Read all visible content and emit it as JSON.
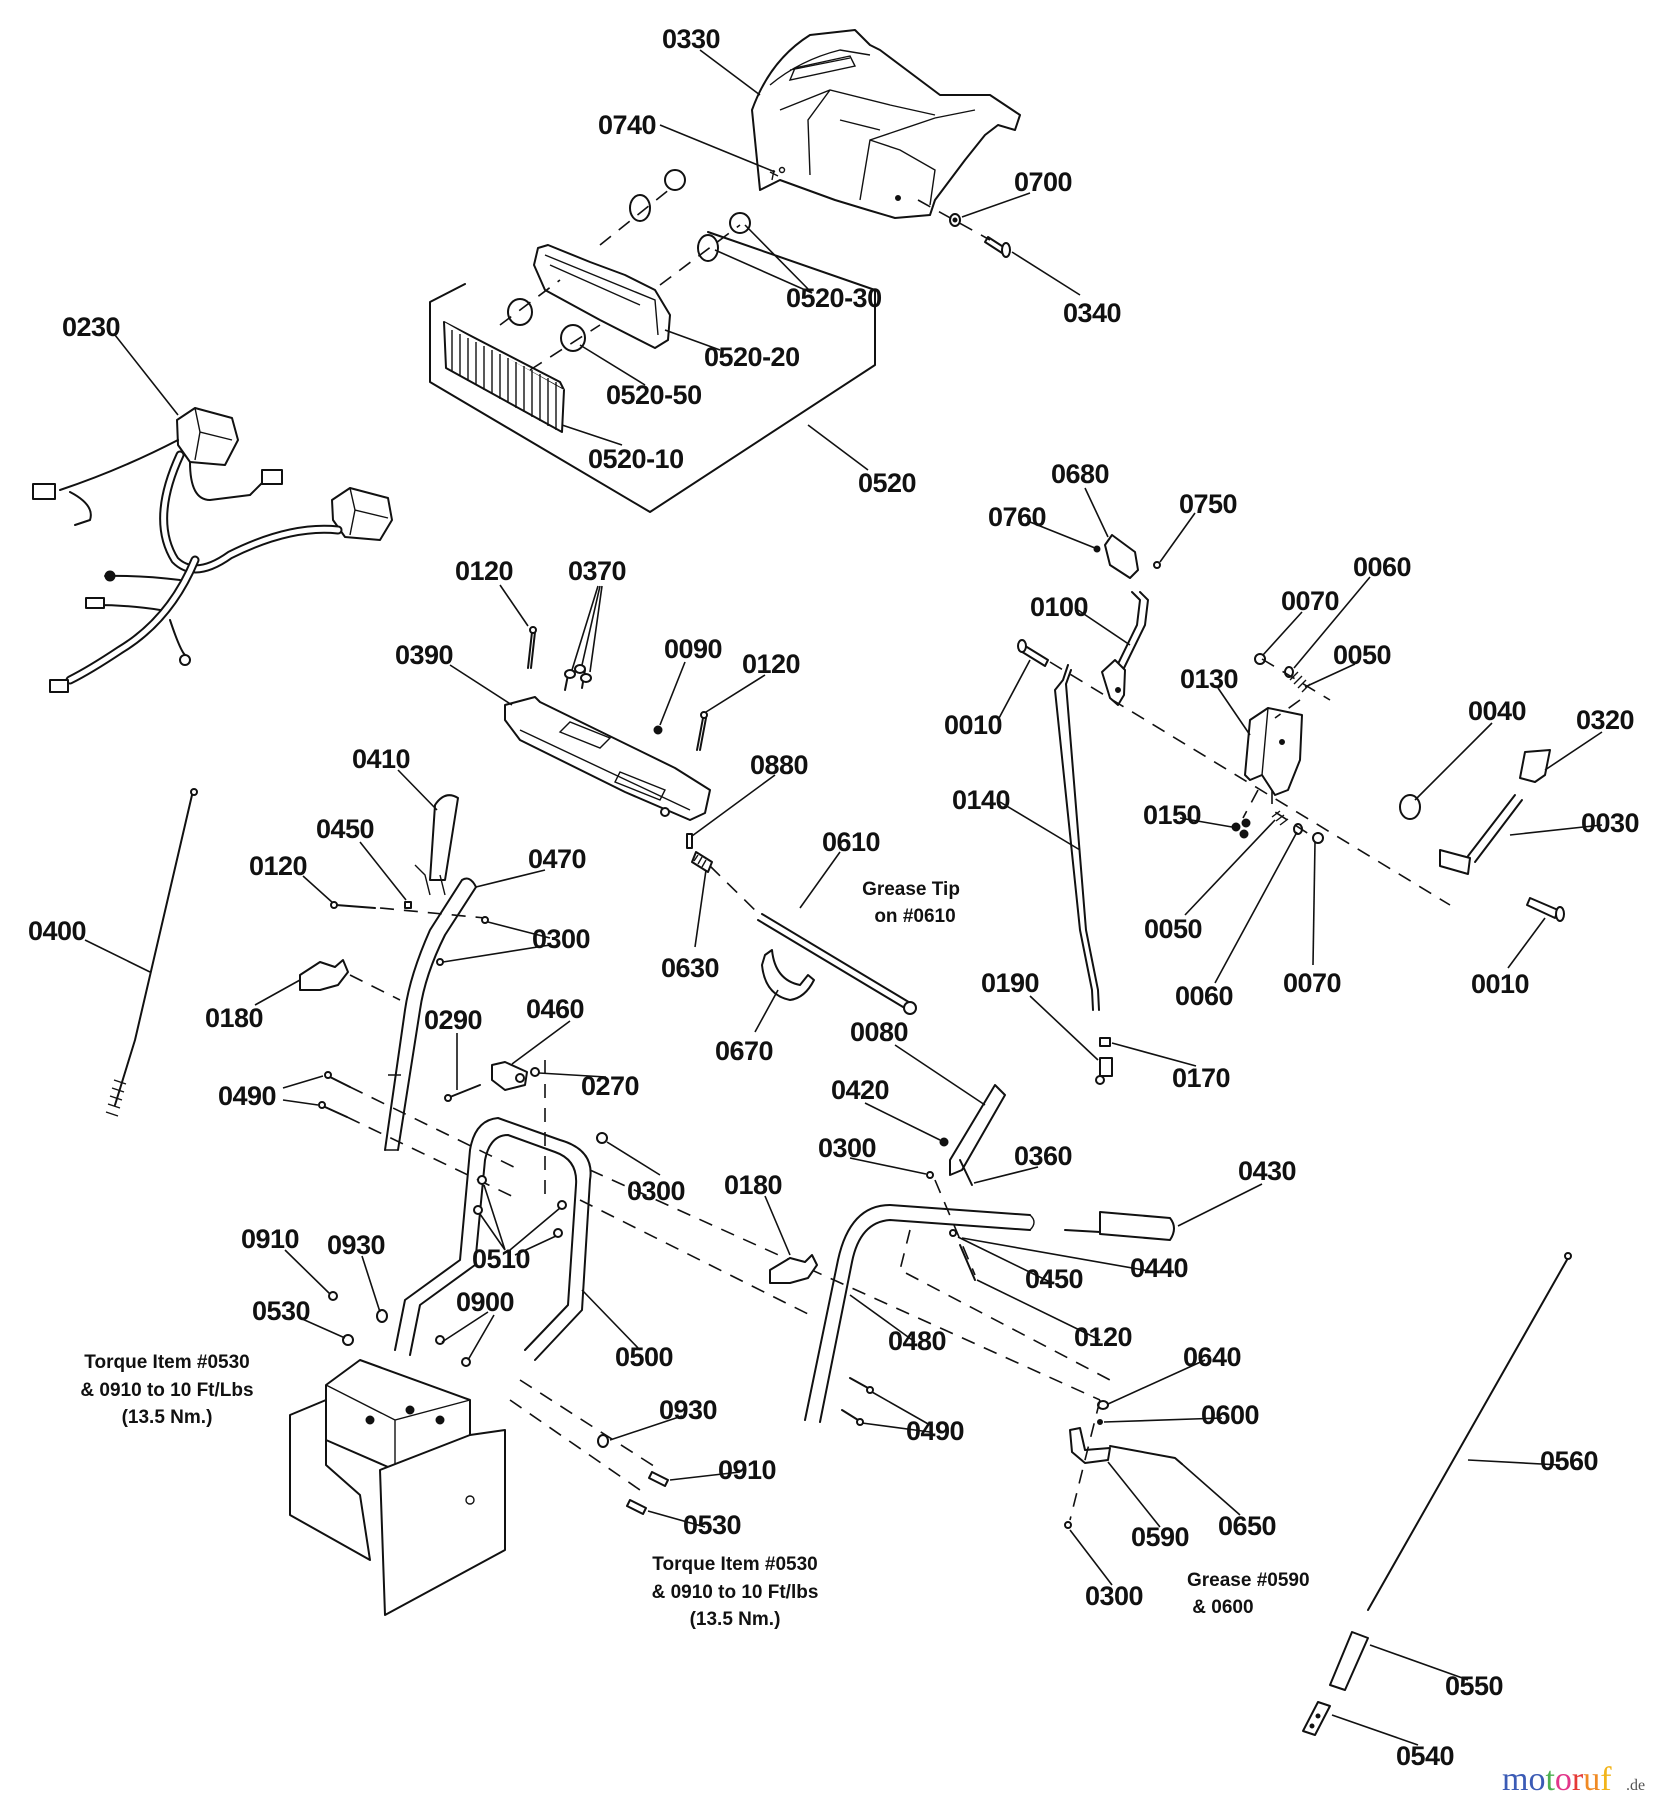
{
  "diagram": {
    "type": "exploded-parts-diagram",
    "callouts": [
      {
        "id": "c0330",
        "label": "0330"
      },
      {
        "id": "c0740",
        "label": "0740"
      },
      {
        "id": "c0700",
        "label": "0700"
      },
      {
        "id": "c0340",
        "label": "0340"
      },
      {
        "id": "c0520_30",
        "label": "0520-30"
      },
      {
        "id": "c0520_20",
        "label": "0520-20"
      },
      {
        "id": "c0520_50",
        "label": "0520-50"
      },
      {
        "id": "c0520_10",
        "label": "0520-10"
      },
      {
        "id": "c0520",
        "label": "0520"
      },
      {
        "id": "c0230",
        "label": "0230"
      },
      {
        "id": "c0680",
        "label": "0680"
      },
      {
        "id": "c0760",
        "label": "0760"
      },
      {
        "id": "c0750",
        "label": "0750"
      },
      {
        "id": "c0060a",
        "label": "0060"
      },
      {
        "id": "c0070a",
        "label": "0070"
      },
      {
        "id": "c0050a",
        "label": "0050"
      },
      {
        "id": "c0100",
        "label": "0100"
      },
      {
        "id": "c0130",
        "label": "0130"
      },
      {
        "id": "c0010a",
        "label": "0010"
      },
      {
        "id": "c0040",
        "label": "0040"
      },
      {
        "id": "c0320",
        "label": "0320"
      },
      {
        "id": "c0030",
        "label": "0030"
      },
      {
        "id": "c0140",
        "label": "0140"
      },
      {
        "id": "c0150",
        "label": "0150"
      },
      {
        "id": "c0050b",
        "label": "0050"
      },
      {
        "id": "c0060b",
        "label": "0060"
      },
      {
        "id": "c0070b",
        "label": "0070"
      },
      {
        "id": "c0010b",
        "label": "0010"
      },
      {
        "id": "c0190",
        "label": "0190"
      },
      {
        "id": "c0170",
        "label": "0170"
      },
      {
        "id": "c0120a",
        "label": "0120"
      },
      {
        "id": "c0370",
        "label": "0370"
      },
      {
        "id": "c0390",
        "label": "0390"
      },
      {
        "id": "c0090",
        "label": "0090"
      },
      {
        "id": "c0120b",
        "label": "0120"
      },
      {
        "id": "c0880",
        "label": "0880"
      },
      {
        "id": "c0610",
        "label": "0610"
      },
      {
        "id": "c0630",
        "label": "0630"
      },
      {
        "id": "c0670",
        "label": "0670"
      },
      {
        "id": "c0410",
        "label": "0410"
      },
      {
        "id": "c0450a",
        "label": "0450"
      },
      {
        "id": "c0120c",
        "label": "0120"
      },
      {
        "id": "c0470",
        "label": "0470"
      },
      {
        "id": "c0300a",
        "label": "0300"
      },
      {
        "id": "c0400",
        "label": "0400"
      },
      {
        "id": "c0180a",
        "label": "0180"
      },
      {
        "id": "c0290",
        "label": "0290"
      },
      {
        "id": "c0460",
        "label": "0460"
      },
      {
        "id": "c0270",
        "label": "0270"
      },
      {
        "id": "c0490a",
        "label": "0490"
      },
      {
        "id": "c0300b",
        "label": "0300"
      },
      {
        "id": "c0080",
        "label": "0080"
      },
      {
        "id": "c0420",
        "label": "0420"
      },
      {
        "id": "c0300c",
        "label": "0300"
      },
      {
        "id": "c0360",
        "label": "0360"
      },
      {
        "id": "c0430",
        "label": "0430"
      },
      {
        "id": "c0180b",
        "label": "0180"
      },
      {
        "id": "c0440",
        "label": "0440"
      },
      {
        "id": "c0450b",
        "label": "0450"
      },
      {
        "id": "c0120d",
        "label": "0120"
      },
      {
        "id": "c0480",
        "label": "0480"
      },
      {
        "id": "c0490b",
        "label": "0490"
      },
      {
        "id": "c0910a",
        "label": "0910"
      },
      {
        "id": "c0930a",
        "label": "0930"
      },
      {
        "id": "c0530a",
        "label": "0530"
      },
      {
        "id": "c0510",
        "label": "0510"
      },
      {
        "id": "c0900",
        "label": "0900"
      },
      {
        "id": "c0500",
        "label": "0500"
      },
      {
        "id": "c0930b",
        "label": "0930"
      },
      {
        "id": "c0910b",
        "label": "0910"
      },
      {
        "id": "c0530b",
        "label": "0530"
      },
      {
        "id": "c0640",
        "label": "0640"
      },
      {
        "id": "c0600",
        "label": "0600"
      },
      {
        "id": "c0590",
        "label": "0590"
      },
      {
        "id": "c0650",
        "label": "0650"
      },
      {
        "id": "c0300d",
        "label": "0300"
      },
      {
        "id": "c0560",
        "label": "0560"
      },
      {
        "id": "c0550",
        "label": "0550"
      },
      {
        "id": "c0540",
        "label": "0540"
      }
    ],
    "notes": {
      "grease_tip": [
        "Grease Tip",
        "on #0610"
      ],
      "torque_left": [
        "Torque Item #0530",
        "& 0910 to 10 Ft/Lbs",
        "(13.5 Nm.)"
      ],
      "torque_right": [
        "Torque Item #0530",
        "& 0910 to 10 Ft/lbs",
        "(13.5 Nm.)"
      ],
      "grease_lever": [
        "Grease #0590",
        " & 0600"
      ]
    }
  },
  "watermark": {
    "letters": [
      "m",
      "o",
      "t",
      "o",
      "r",
      "u",
      "f"
    ],
    "colors": [
      "#3b5bb5",
      "#3b5bb5",
      "#4caf50",
      "#e2368a",
      "#e53935",
      "#f08a24",
      "#f2b51b"
    ],
    "suffix": ".de"
  }
}
